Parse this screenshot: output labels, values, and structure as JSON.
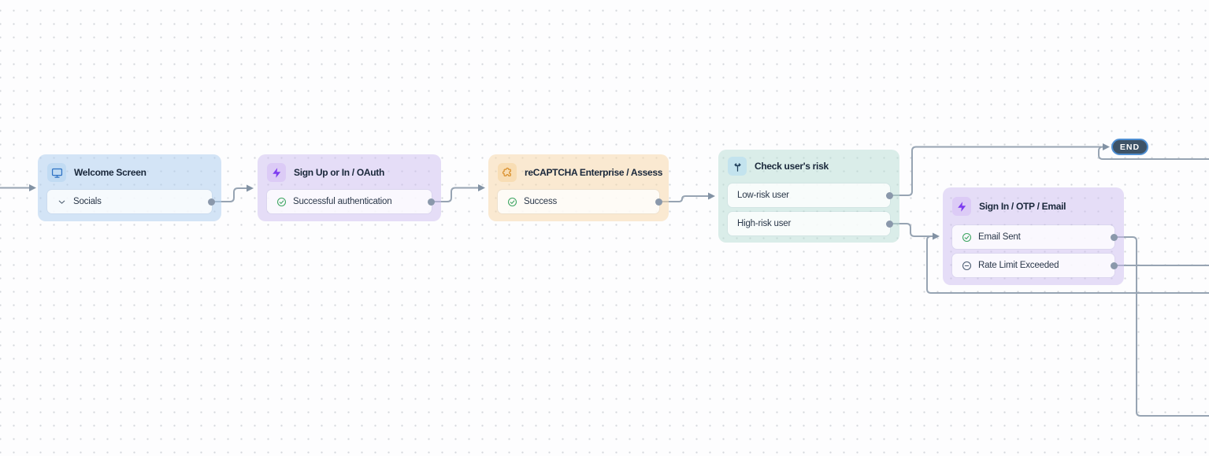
{
  "canvas": {
    "background": "#fdfdfe",
    "grid_dot_color": "#d3d6db",
    "edge_color": "#97a4b3",
    "connector_dot_color": "#8a98ab"
  },
  "end_badge": {
    "label": "END",
    "bg": "#3e5367",
    "border": "#4e8ed2",
    "text_color": "#ffffff"
  },
  "nodes": [
    {
      "id": "welcome-screen",
      "title": "Welcome Screen",
      "icon": "monitor-icon",
      "theme": {
        "bg": "rgba(176,208,238,0.55)",
        "icon_bg": "#c1dbf3",
        "icon_color": "#2e72c4"
      },
      "outputs": [
        {
          "label": "Socials",
          "icon": "chevron-down-icon",
          "icon_color": "#4e5e70"
        }
      ]
    },
    {
      "id": "sign-up-or-in-oauth",
      "title": "Sign Up or In / OAuth",
      "icon": "lightning-bolt-icon",
      "theme": {
        "bg": "rgba(205,189,240,0.5)",
        "icon_bg": "#dccbf6",
        "icon_color": "#7d3bf0"
      },
      "outputs": [
        {
          "label": "Successful authentication",
          "icon": "check-circle-icon",
          "icon_color": "#3fa663"
        }
      ]
    },
    {
      "id": "recaptcha-enterprise-assess",
      "title": "reCAPTCHA Enterprise / Assess",
      "icon": "puzzle-icon",
      "theme": {
        "bg": "rgba(248,216,172,0.55)",
        "icon_bg": "#f8ddb4",
        "icon_color": "#d98f2b"
      },
      "outputs": [
        {
          "label": "Success",
          "icon": "check-circle-icon",
          "icon_color": "#3fa663"
        }
      ]
    },
    {
      "id": "check-users-risk",
      "title": "Check user's risk",
      "icon": "branch-icon",
      "theme": {
        "bg": "rgba(183,221,211,0.5)",
        "icon_bg": "#c3e3ee",
        "icon_color": "#1f3e5a"
      },
      "outputs": [
        {
          "label": "Low-risk user"
        },
        {
          "label": "High-risk user"
        }
      ]
    },
    {
      "id": "sign-in-otp-email",
      "title": "Sign In / OTP / Email",
      "icon": "lightning-bolt-icon",
      "theme": {
        "bg": "rgba(205,189,240,0.5)",
        "icon_bg": "#dccbf6",
        "icon_color": "#7d3bf0"
      },
      "outputs": [
        {
          "label": "Email Sent",
          "icon": "check-circle-icon",
          "icon_color": "#3fa663"
        },
        {
          "label": "Rate Limit Exceeded",
          "icon": "minus-circle-icon",
          "icon_color": "#4d5e73"
        }
      ]
    }
  ]
}
